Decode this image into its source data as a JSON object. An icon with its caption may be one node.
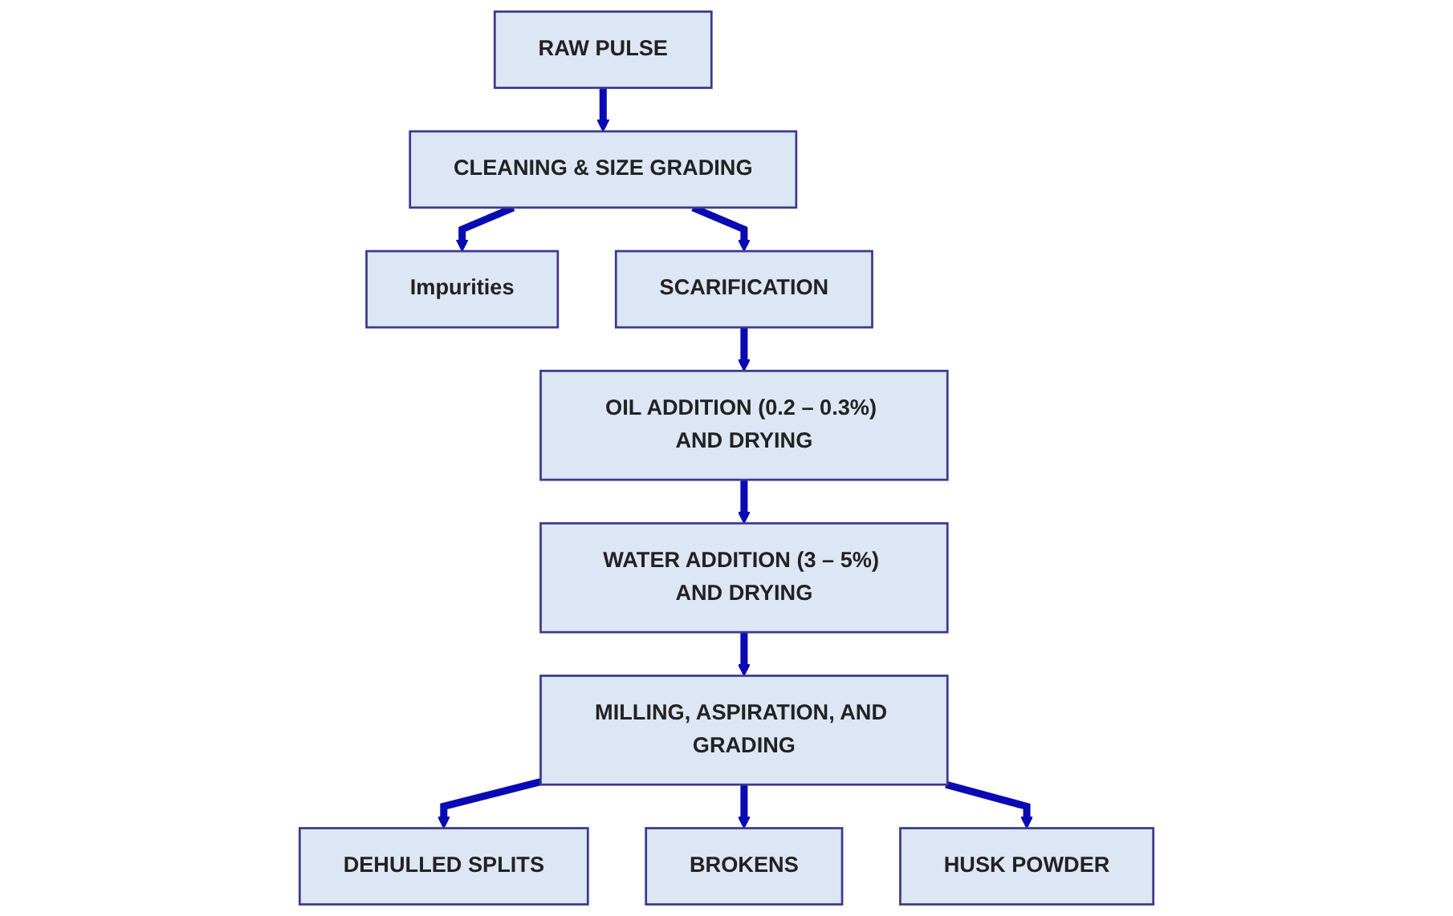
{
  "diagram": {
    "nodes": [
      {
        "text": [
          "RAW PULSE"
        ]
      },
      {
        "text": [
          "CLEANING & SIZE GRADING"
        ]
      },
      {
        "text": [
          "Impurities"
        ]
      },
      {
        "text": [
          "SCARIFICATION"
        ]
      },
      {
        "text": [
          "OIL ADDITION (0.2 – 0.3%) AND DRYING"
        ]
      },
      {
        "text": [
          "WATER ADDITION (3 – 5%) AND DRYING"
        ]
      },
      {
        "text": [
          "MILLING, ASPIRATION, AND GRADING"
        ]
      },
      {
        "text": [
          "DEHULLED SPLITS"
        ]
      },
      {
        "text": [
          "BROKENS"
        ]
      },
      {
        "text": [
          "HUSK POWDER"
        ]
      }
    ],
    "edges": [
      {
        "from": 0,
        "to": 1,
        "arrow": "to"
      },
      {
        "from": 1,
        "to": 2,
        "arrow": "to"
      },
      {
        "from": 1,
        "to": 3,
        "arrow": "to"
      },
      {
        "from": 3,
        "to": 4,
        "arrow": "to"
      },
      {
        "from": 4,
        "to": 5,
        "arrow": "to"
      },
      {
        "from": 5,
        "to": 6,
        "arrow": "to"
      },
      {
        "from": 6,
        "to": 7,
        "arrow": "to"
      },
      {
        "from": 6,
        "to": 8,
        "arrow": "to"
      },
      {
        "from": 6,
        "to": 9,
        "arrow": "to"
      }
    ]
  }
}
